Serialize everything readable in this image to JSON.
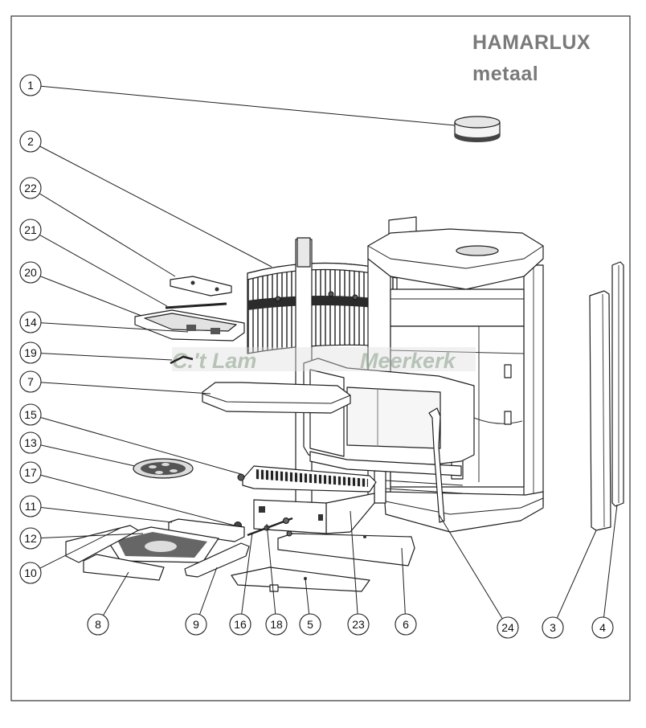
{
  "title": "HAMARLUX",
  "subtitle": "metaal",
  "watermark": {
    "line1": "C.'t Lam",
    "line2": "Meerkerk"
  },
  "callouts": {
    "left": [
      "1",
      "2",
      "22",
      "21",
      "20",
      "14",
      "19",
      "7",
      "15",
      "13",
      "17",
      "11",
      "12",
      "10"
    ],
    "bottom": [
      "8",
      "9",
      "16",
      "18",
      "5",
      "23",
      "6",
      "24",
      "3",
      "4"
    ]
  }
}
